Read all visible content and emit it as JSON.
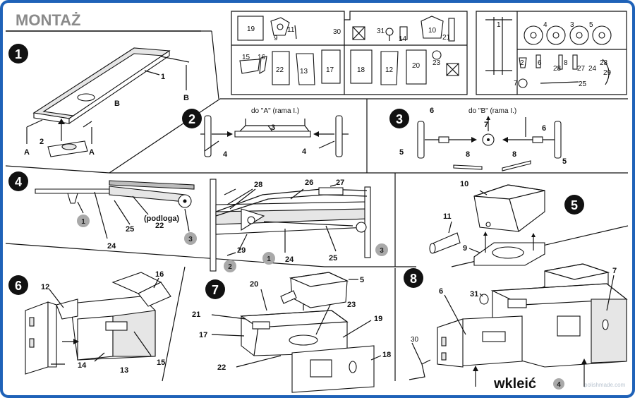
{
  "title": "MONTAŻ",
  "watermark": "polishmade.com",
  "border_color": "#1f62b8",
  "sprue_left": {
    "parts": [
      "19",
      "9",
      "11",
      "30",
      "31",
      "14",
      "10",
      "21",
      "15",
      "16",
      "22",
      "13",
      "17",
      "18",
      "12",
      "20",
      "23"
    ]
  },
  "sprue_right": {
    "parts": [
      "1",
      "4",
      "3",
      "5",
      "2",
      "6",
      "28",
      "8",
      "27",
      "24",
      "25",
      "28",
      "29",
      "7"
    ]
  },
  "steps": {
    "s1": {
      "num": "1",
      "labels": [
        "1",
        "B",
        "B",
        "2",
        "A",
        "A"
      ]
    },
    "s2": {
      "num": "2",
      "note": "do \"A\" (rama I.)",
      "labels": [
        "3",
        "4",
        "4"
      ]
    },
    "s3": {
      "num": "3",
      "note": "do \"B\" (rama I.)",
      "labels": [
        "6",
        "7",
        "6",
        "5",
        "8",
        "8",
        "5"
      ]
    },
    "s4": {
      "num": "4",
      "labels": [
        "1",
        "25",
        "(podloga)",
        "22",
        "3",
        "24",
        "28",
        "26",
        "27",
        "29",
        "2",
        "1",
        "24",
        "25",
        "3"
      ]
    },
    "s5": {
      "num": "5",
      "labels": [
        "10",
        "11",
        "9"
      ]
    },
    "s6": {
      "num": "6",
      "labels": [
        "16",
        "12",
        "13",
        "14",
        "15"
      ]
    },
    "s7": {
      "num": "7",
      "labels": [
        "20",
        "5",
        "21",
        "23",
        "19",
        "17",
        "22",
        "18"
      ]
    },
    "s8": {
      "num": "8",
      "labels": [
        "6",
        "31",
        "7",
        "30"
      ],
      "glue_text": "wkleić",
      "glue_ref": "4"
    }
  }
}
